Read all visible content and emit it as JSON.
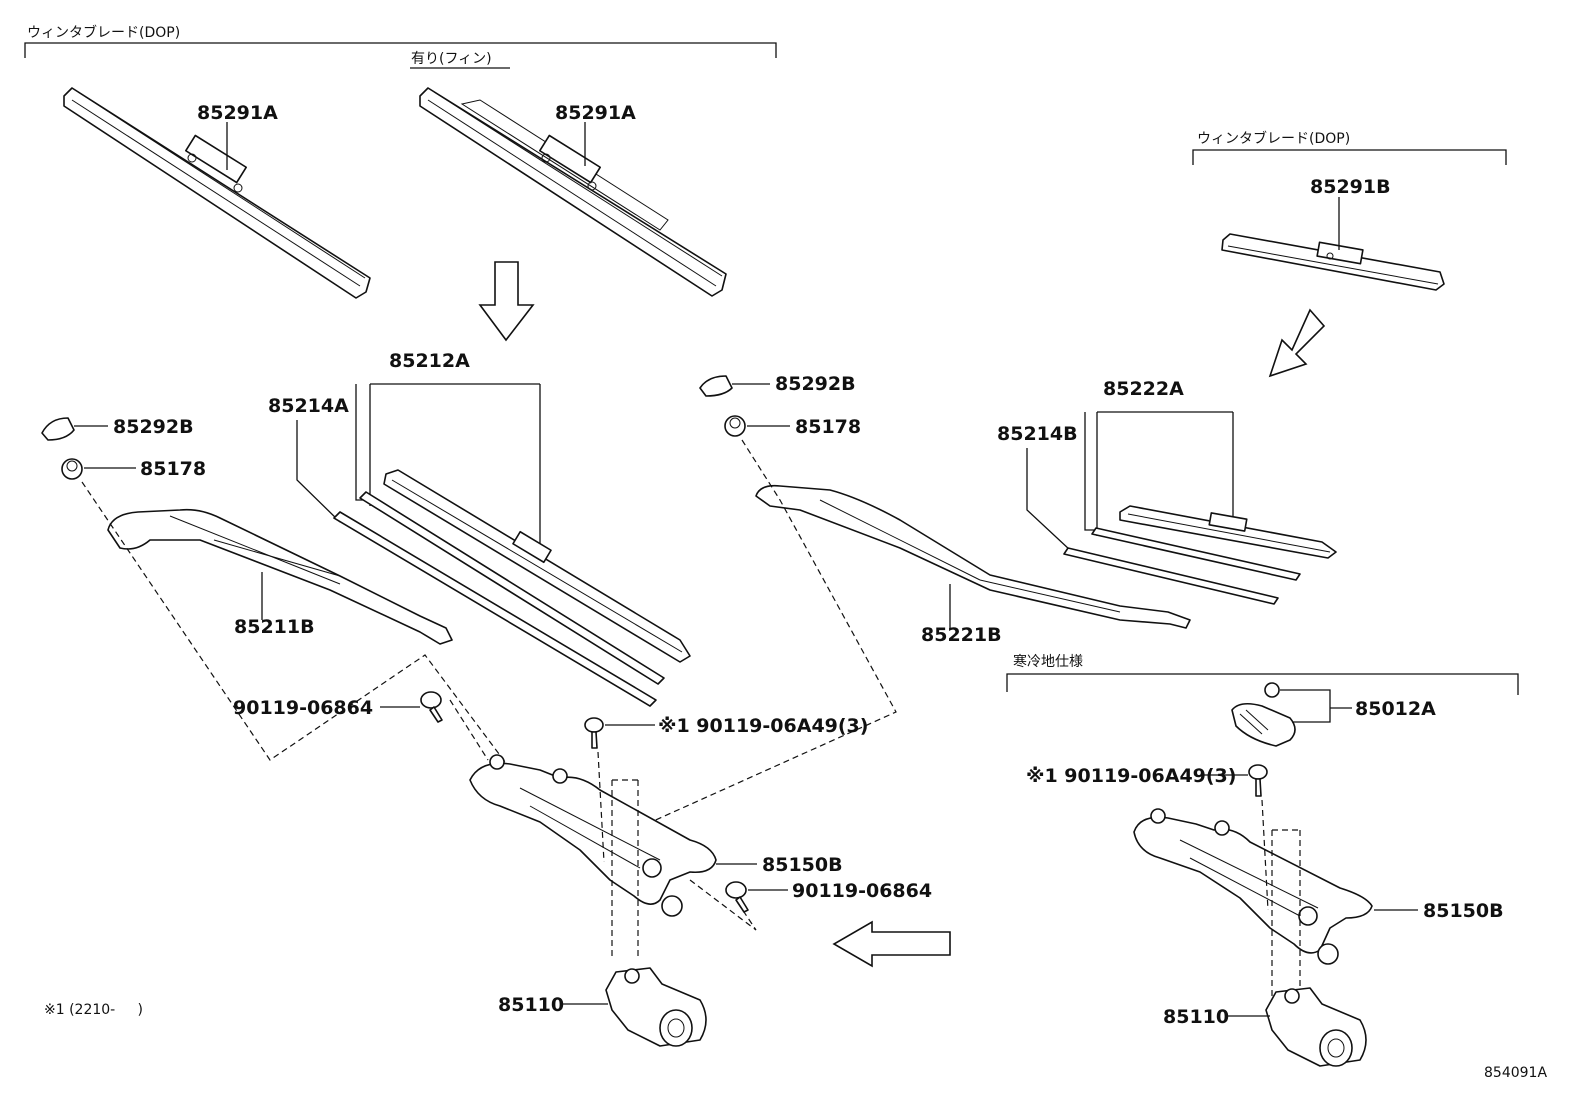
{
  "section_labels": {
    "wiper_blade_left": "ウィンタブレード(DOP)",
    "with_fin": "有り(フィン)",
    "wiper_blade_right": "ウィンタブレード(DOP)",
    "cold_spec": "寒冷地仕様"
  },
  "part_numbers": {
    "p85291a_1": "85291A",
    "p85291a_2": "85291A",
    "p85291b": "85291B",
    "p85212a": "85212A",
    "p85214a": "85214A",
    "p85292b_l": "85292B",
    "p85178_l": "85178",
    "p85211b": "85211B",
    "p85292b_r": "85292B",
    "p85178_r": "85178",
    "p85221b": "85221B",
    "p85222a": "85222A",
    "p85214b": "85214B",
    "p85012a": "85012A",
    "p90119_06864_l": "90119-06864",
    "p90119_06a49_l": "※1 90119-06A49(3)",
    "p90119_06a49_r": "※1 90119-06A49(3)",
    "p85150b_l": "85150B",
    "p85150b_r": "85150B",
    "p90119_06864_r": "90119-06864",
    "p85110_l": "85110",
    "p85110_r": "85110"
  },
  "footnote": "※1 (2210-     )",
  "diagram_id": "854091A"
}
